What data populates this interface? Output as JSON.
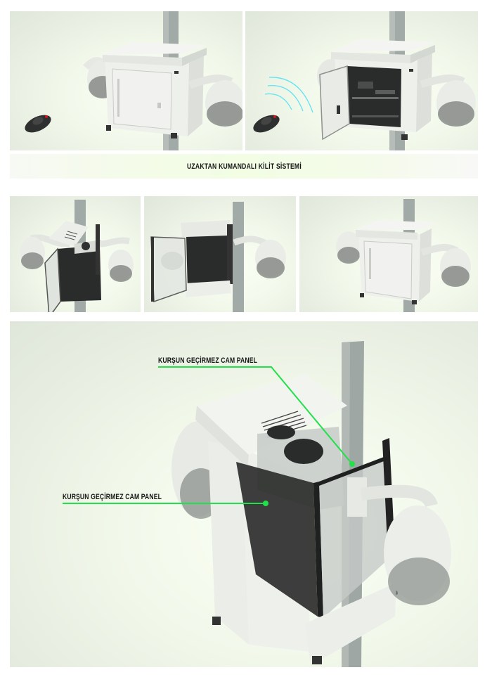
{
  "row1": {
    "panels": [
      {
        "id": "closed-with-remote",
        "state": "closed",
        "remote": true,
        "signal": false
      },
      {
        "id": "opened-by-remote",
        "state": "door-open",
        "remote": true,
        "signal": true
      }
    ]
  },
  "caption": {
    "text": "UZAKTAN KUMANDALI KİLİT SİSTEMİ"
  },
  "row2": {
    "panels": [
      {
        "id": "cover-lifted-door-open",
        "state": "exploded"
      },
      {
        "id": "side-door-open",
        "state": "side-open"
      },
      {
        "id": "closed-front",
        "state": "closed"
      }
    ]
  },
  "detail": {
    "callouts": [
      {
        "label": "KURŞUN GEÇİRMEZ CAM PANEL",
        "target": "side-glass-panel"
      },
      {
        "label": "KURŞUN GEÇİRMEZ CAM PANEL",
        "target": "front-glass-panel"
      }
    ]
  },
  "colors": {
    "callout_green": "#22e04a",
    "signal_cyan": "#5fe3f2",
    "cabinet_white": "#eef1ec",
    "pole_gray": "#9aa3a0",
    "caption_text": "#151515",
    "remote_led": "#d0141c"
  }
}
